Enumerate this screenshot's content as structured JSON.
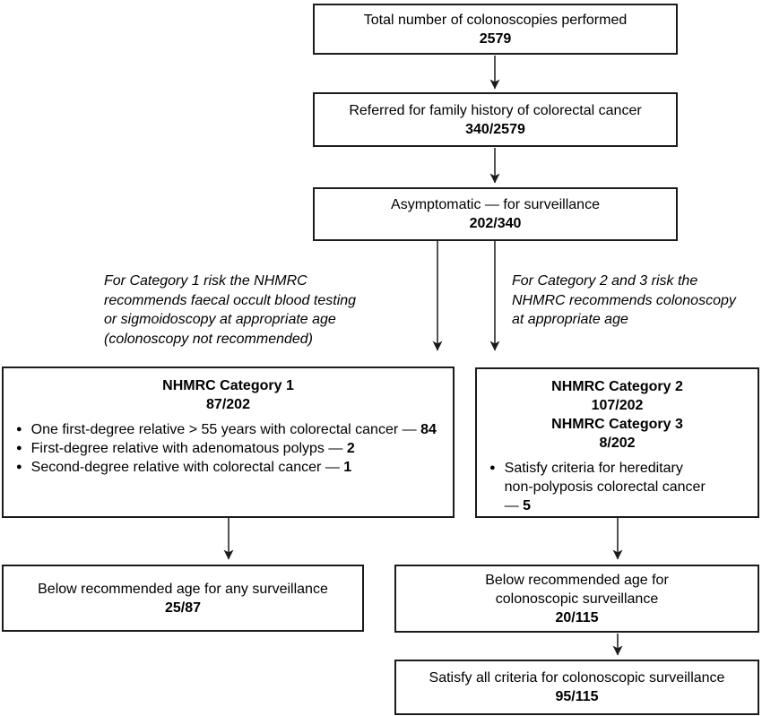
{
  "page": {
    "background": "#ffffff",
    "ink": "#000000",
    "border_color": "#1b1b1b"
  },
  "glyphs": {
    "bullet": "●"
  },
  "flow": {
    "total": {
      "text": "Total number of colonoscopies performed",
      "value": "2579"
    },
    "referred": {
      "text": "Referred for family history of colorectal cancer",
      "value": "340/2579"
    },
    "asymptomatic": {
      "text": "Asymptomatic — for surveillance",
      "value": "202/340"
    },
    "note_left": {
      "lines": [
        "For Category 1 risk the NHMRC",
        "recommends faecal occult blood testing",
        "or sigmoidoscopy at appropriate age",
        "(colonoscopy not recommended)"
      ]
    },
    "note_right": {
      "lines": [
        "For Category 2 and 3 risk the",
        "NHMRC recommends colonoscopy",
        "at appropriate age"
      ]
    },
    "category1": {
      "title": "NHMRC Category 1",
      "value": "87/202",
      "bullets": [
        {
          "text": "One first-degree relative > 55 years with colorectal cancer — ",
          "count": "84"
        },
        {
          "text": "First-degree relative with adenomatous polyps — ",
          "count": "2"
        },
        {
          "text": "Second-degree relative with colorectal cancer — ",
          "count": "1"
        }
      ]
    },
    "category23": {
      "title2": "NHMRC Category 2",
      "value2": "107/202",
      "title3": "NHMRC Category 3",
      "value3": "8/202",
      "bullets": [
        {
          "text": "Satisfy criteria for hereditary non-polyposis colorectal cancer — ",
          "count": "5"
        }
      ]
    },
    "below_any": {
      "text": "Below recommended age for any surveillance",
      "value": "25/87"
    },
    "below_colonoscopic": {
      "text": "Below recommended age for colonoscopic surveillance",
      "value": "20/115"
    },
    "satisfy_all": {
      "text": "Satisfy all criteria for colonoscopic surveillance",
      "value": "95/115"
    }
  }
}
